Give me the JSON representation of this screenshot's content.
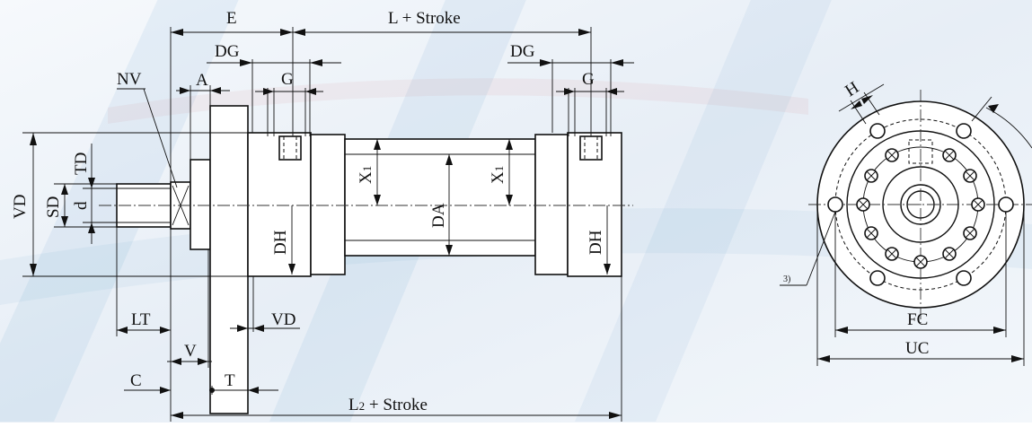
{
  "colors": {
    "background_light": "#eef3f8",
    "watermark_blue": "#1d6fb8",
    "watermark_red": "#c8202f",
    "line": "#111111"
  },
  "labels": {
    "E": "E",
    "L_stroke": "L + Stroke",
    "DG_left": "DG",
    "DG_right": "DG",
    "G_left": "G",
    "G_right": "G",
    "NV": "NV",
    "A": "A",
    "VD_left": "VD",
    "SD": "SD",
    "TD": "TD",
    "d": "d",
    "X1_left": "X",
    "X1_left_sub": "1",
    "X1_right": "X",
    "X1_right_sub": "1",
    "DA": "DA",
    "DH_left": "DH",
    "DH_right": "DH",
    "LT": "LT",
    "VD_bottom": "VD",
    "V": "V",
    "C": "C",
    "T": "T",
    "L2_prefix": "L",
    "L2_sub": "2",
    "L2_suffix": " + Stroke",
    "H": "H",
    "note_3": "3)",
    "FC": "FC",
    "UC": "UC"
  }
}
